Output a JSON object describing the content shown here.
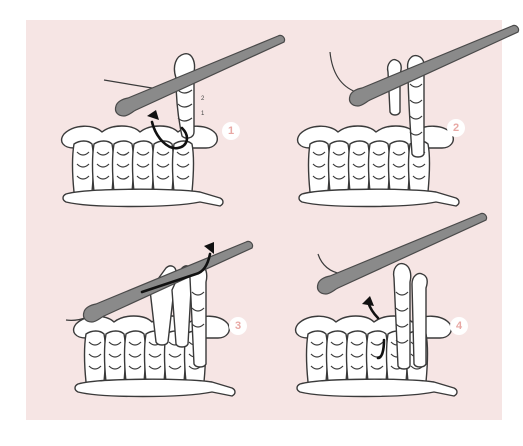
{
  "steps": [
    {
      "number": "1",
      "loop_labels": [
        "2",
        "1"
      ]
    },
    {
      "number": "2"
    },
    {
      "number": "3"
    },
    {
      "number": "4"
    }
  ],
  "colors": {
    "background": "#f6e5e4",
    "yarn": "#ffffff",
    "hook": "#8a8a8a",
    "arrow": "#111111",
    "badge_text": "#e8a8a4"
  }
}
